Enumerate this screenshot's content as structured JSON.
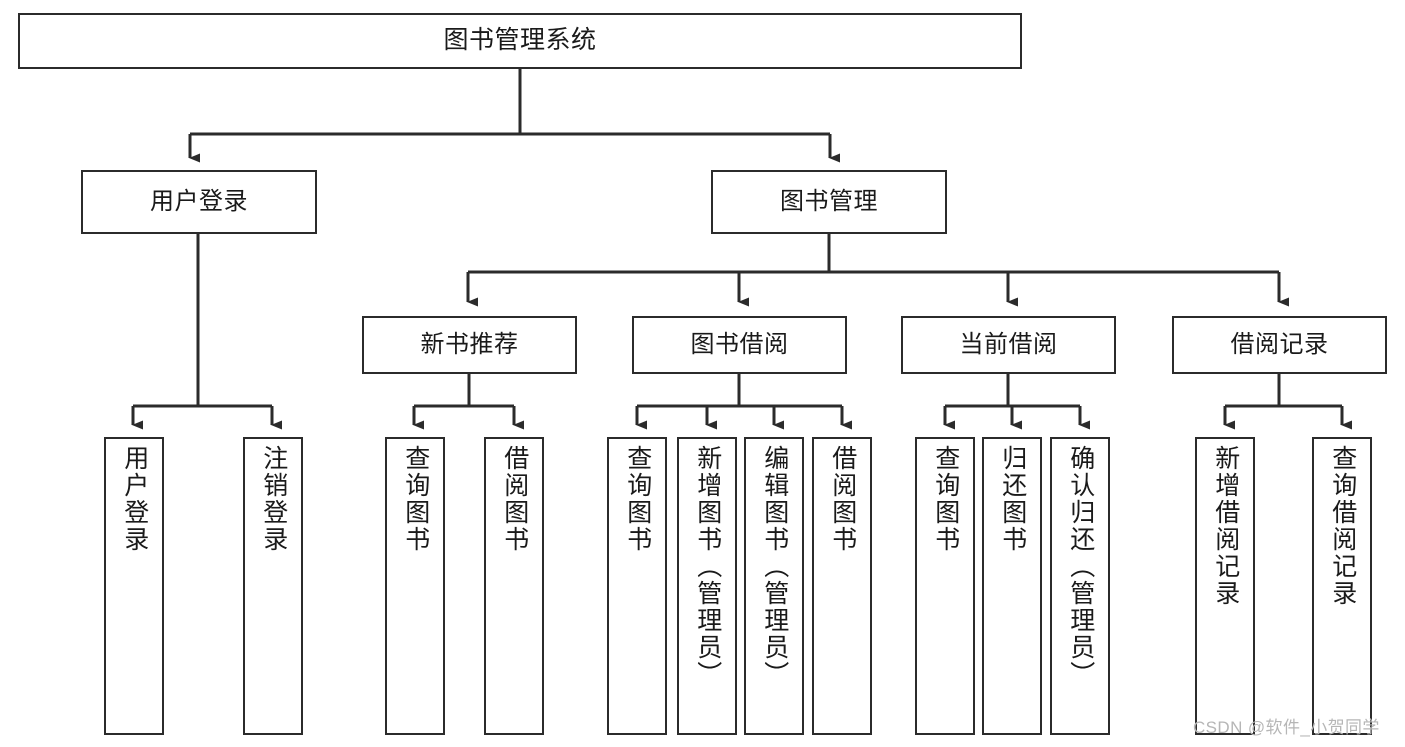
{
  "diagram": {
    "type": "hierarchy-tree",
    "title": "图书管理系统",
    "colors": {
      "background": "#ffffff",
      "node_border": "#2b2b2b",
      "node_fill": "#ffffff",
      "edge": "#2b2b2b",
      "text": "#1a1a1a",
      "watermark": "#b6b6b6"
    },
    "levels": 4,
    "nodes": {
      "root": {
        "label": "图书管理系统"
      },
      "level2": [
        {
          "label": "用户登录"
        },
        {
          "label": "图书管理"
        }
      ],
      "level3": [
        {
          "label": "新书推荐"
        },
        {
          "label": "图书借阅"
        },
        {
          "label": "当前借阅"
        },
        {
          "label": "借阅记录"
        }
      ],
      "leaves": {
        "user_login": [
          {
            "label": "用户登录"
          },
          {
            "label": "注销登录"
          }
        ],
        "new_book_recommend": [
          {
            "label": "查询图书"
          },
          {
            "label": "借阅图书"
          }
        ],
        "book_borrow": [
          {
            "label": "查询图书"
          },
          {
            "label": "新增图书（管理员）"
          },
          {
            "label": "编辑图书（管理员）"
          },
          {
            "label": "借阅图书"
          }
        ],
        "current_borrow": [
          {
            "label": "查询图书"
          },
          {
            "label": "归还图书"
          },
          {
            "label": "确认归还（管理员）"
          }
        ],
        "borrow_record": [
          {
            "label": "新增借阅记录"
          },
          {
            "label": "查询借阅记录"
          }
        ]
      }
    }
  },
  "watermark": {
    "text": "CSDN @软件_小贺同学"
  }
}
